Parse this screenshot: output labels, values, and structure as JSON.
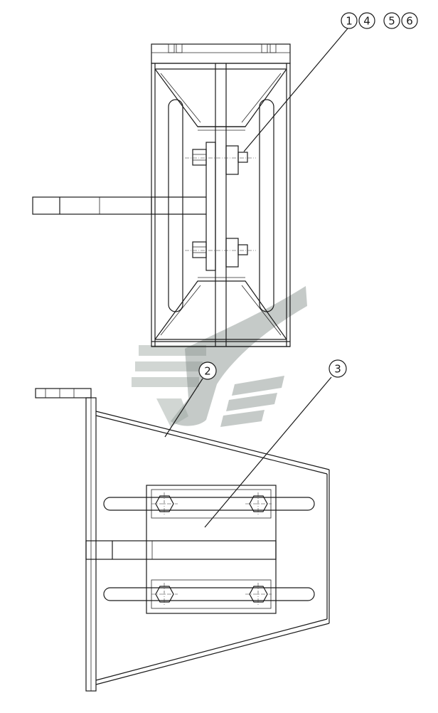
{
  "callouts": {
    "top": [
      "1",
      "4",
      "5",
      "6"
    ],
    "bottom_left": "2",
    "bottom_right": "3"
  },
  "colors": {
    "line": "#1a1a1a",
    "watermark": "#9aa39e"
  }
}
